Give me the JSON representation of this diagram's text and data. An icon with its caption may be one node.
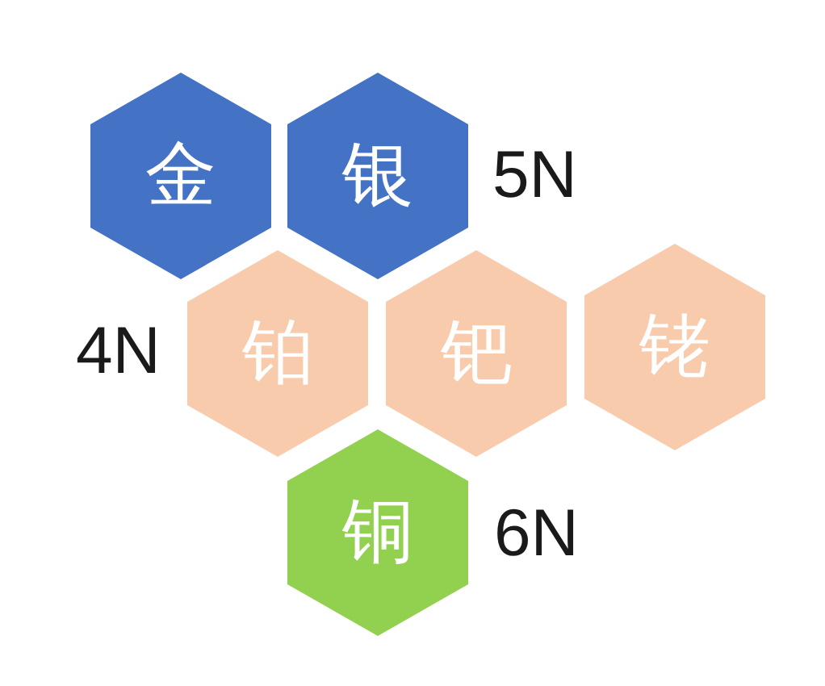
{
  "diagram": {
    "nodes": [
      {
        "text": [
          "金"
        ]
      },
      {
        "text": [
          "银"
        ]
      },
      {
        "text": [
          "铂"
        ]
      },
      {
        "text": [
          "钯"
        ]
      },
      {
        "text": [
          "铑"
        ]
      },
      {
        "text": [
          "铜"
        ]
      }
    ],
    "labels": [
      "5N",
      "4N",
      "6N"
    ]
  }
}
